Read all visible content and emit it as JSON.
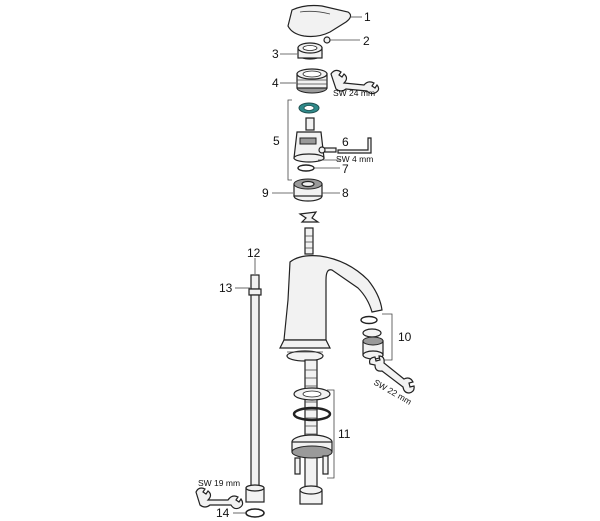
{
  "callouts": {
    "c1": "1",
    "c2": "2",
    "c3": "3",
    "c4": "4",
    "c5": "5",
    "c6": "6",
    "c7": "7",
    "c8": "8",
    "c9": "9",
    "c10": "10",
    "c11": "11",
    "c12": "12",
    "c13": "13",
    "c14": "14"
  },
  "wrench_notes": {
    "sw24": "SW 24 mm",
    "sw4": "SW 4 mm",
    "sw22": "SW 22 mm",
    "sw19": "SW 19 mm"
  }
}
